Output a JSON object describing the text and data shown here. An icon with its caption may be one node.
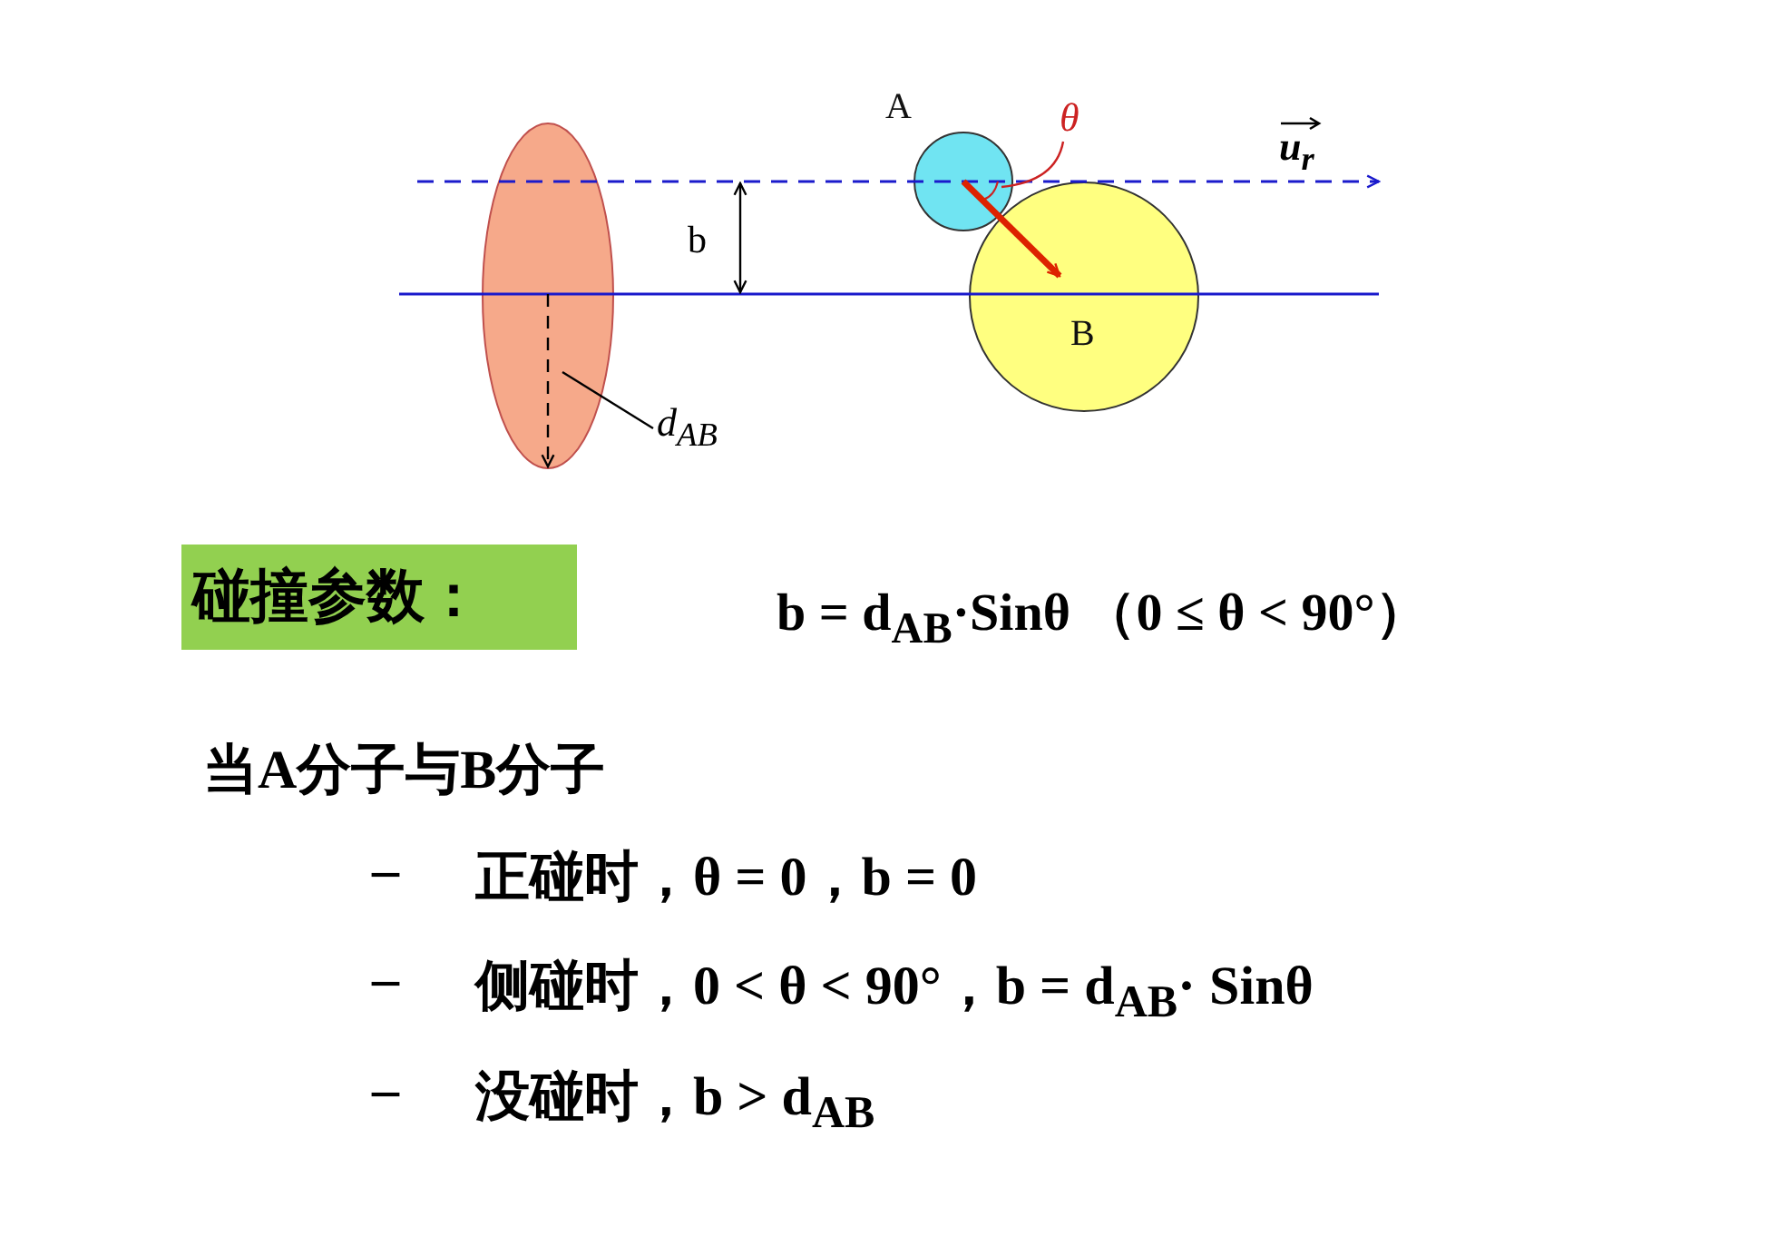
{
  "diagram": {
    "nodes": [
      {
        "text": [],
        "shape": "ellipse"
      },
      {
        "text": [
          "A"
        ]
      },
      {
        "text": [
          "B"
        ]
      },
      {
        "text": [
          "θ"
        ]
      },
      {
        "text": [
          "d$_{AB}$"
        ]
      },
      {
        "text": [
          "碰撞参数："
        ]
      }
    ],
    "edges": [
      {
        "from": 3,
        "to": 1,
        "arrow": "none",
        "color": "#cc2222"
      },
      {
        "from": 4,
        "to": 0,
        "arrow": "none",
        "color": "#000000"
      },
      {
        "from": 1,
        "to": 2,
        "arrow": "to",
        "style": "thick",
        "color": "#dd2200"
      }
    ],
    "labels": [
      "b",
      "u$_{r}$",
      "b = d$_{AB}$·Sinθ （0 ≤ θ < 90°）",
      "当A分子与B分子",
      "–",
      "正碰时，θ = 0，b = 0",
      "–",
      "侧碰时，0 < θ < 90°，b = d$_{AB}$· Sinθ",
      "–",
      "没碰时，b > d$_{AB}$"
    ]
  }
}
